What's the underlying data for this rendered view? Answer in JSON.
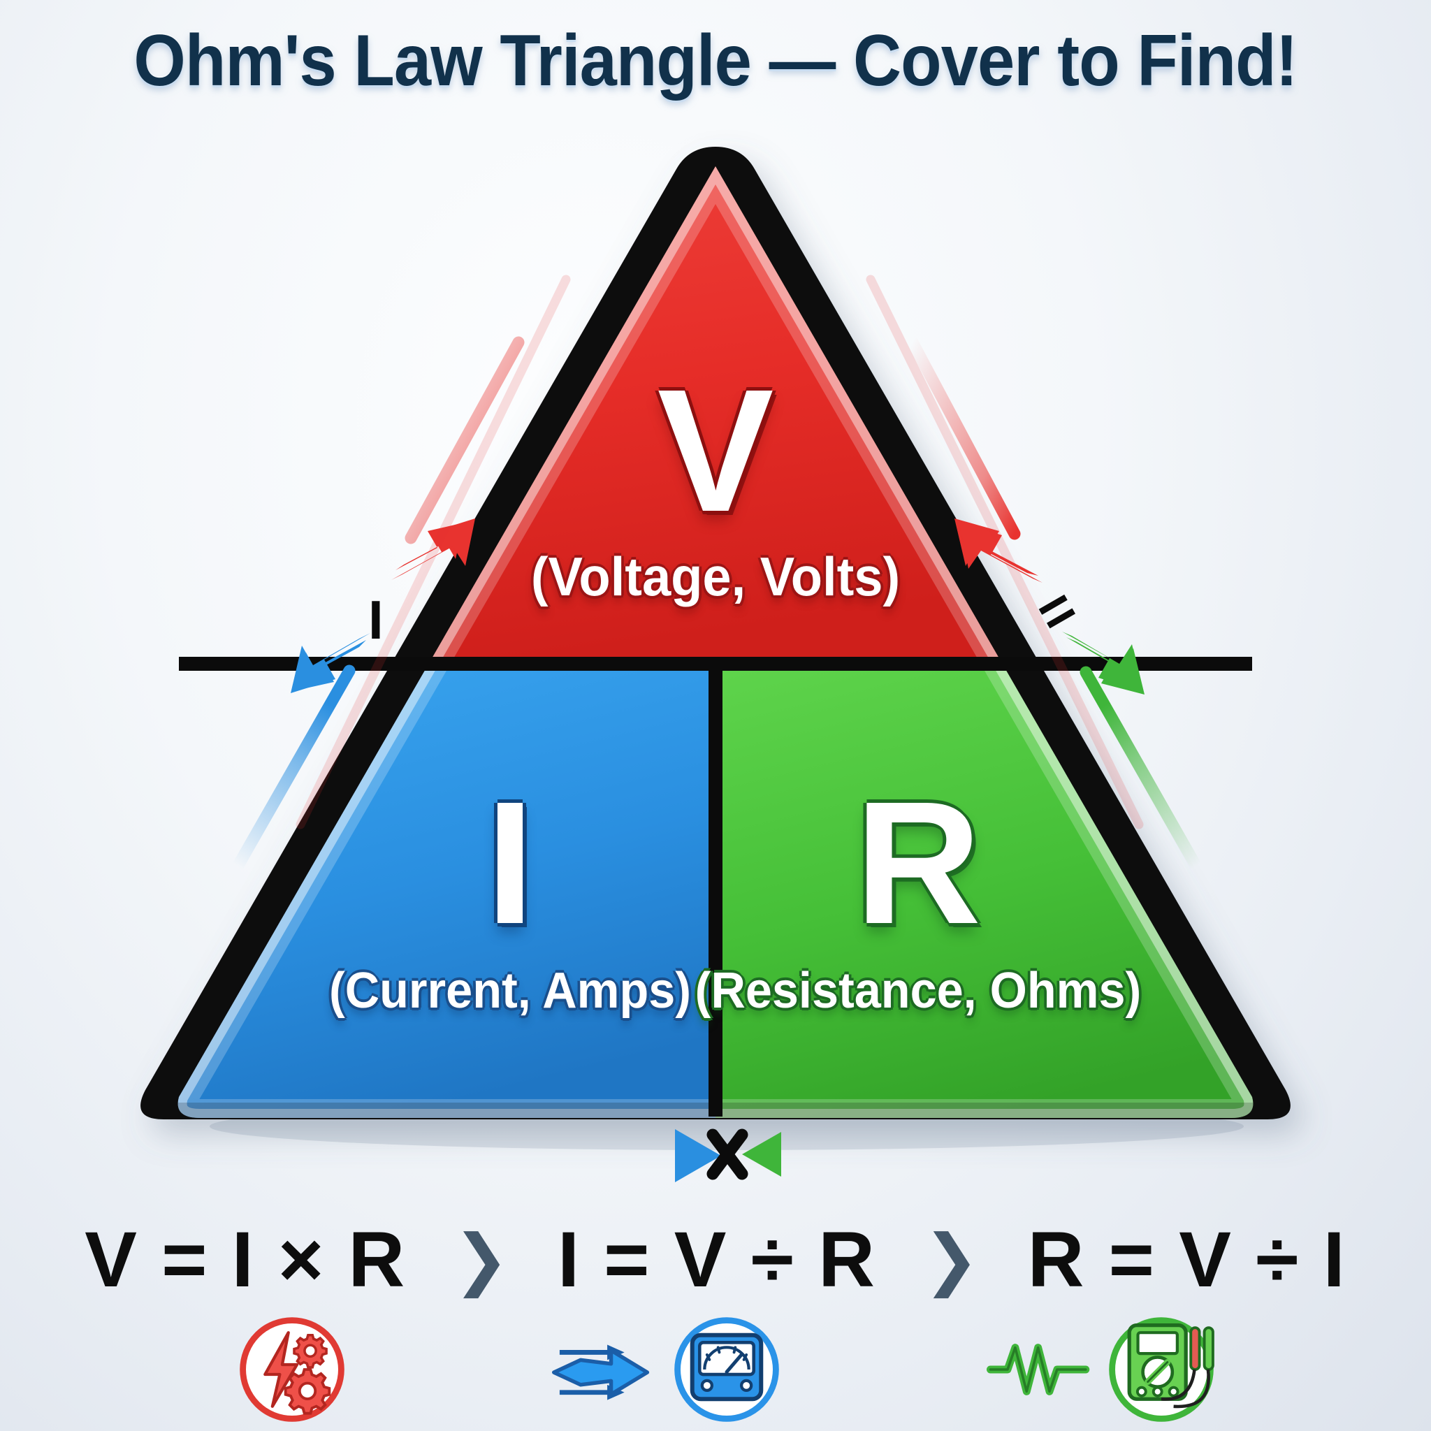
{
  "title": "Ohm's Law Triangle — Cover to Find!",
  "triangle": {
    "top_cell": {
      "symbol": "V",
      "caption": "(Voltage, Volts)",
      "color": "#e8332f",
      "border_color": "#0a0a0a",
      "highlight_color": "#f79a95",
      "text_color": "#ffffff",
      "outline_color": "#9c1515"
    },
    "bottom_left_cell": {
      "symbol": "I",
      "caption": "(Current, Amps)",
      "color": "#2a93e8",
      "border_color": "#0a0a0a",
      "highlight_color": "#9ed1f5",
      "text_color": "#ffffff",
      "outline_color": "#1a4f8c"
    },
    "bottom_right_cell": {
      "symbol": "R",
      "caption": "(Resistance, Ohms)",
      "color": "#4cc73f",
      "border_color": "#0a0a0a",
      "highlight_color": "#a8e8a0",
      "text_color": "#ffffff",
      "outline_color": "#1d6b23"
    }
  },
  "operators": {
    "left_side": "I",
    "right_side": "=",
    "bottom": "×"
  },
  "arrows": [
    {
      "name": "voltage-down-left",
      "color": "#e8332f",
      "direction": "down-left"
    },
    {
      "name": "voltage-down-right",
      "color": "#e8332f",
      "direction": "down-right"
    },
    {
      "name": "current-up-left",
      "color": "#2a8fe0",
      "direction": "up-right"
    },
    {
      "name": "resistance-up-right",
      "color": "#3fb53a",
      "direction": "up-left"
    },
    {
      "name": "current-base-right",
      "color": "#2a8fe0",
      "direction": "right"
    },
    {
      "name": "resistance-base-left",
      "color": "#3fb53a",
      "direction": "left"
    }
  ],
  "formulas": [
    {
      "text": "V = I × R"
    },
    {
      "text": "I = V ÷ R"
    },
    {
      "text": "R = V ÷ I"
    }
  ],
  "formula_separator": "❯",
  "icons": [
    {
      "group": "voltage-icons",
      "accent": "#e03a33",
      "items": [
        "lightning-bolt-icon",
        "gear-icon",
        "voltage-circle-icon"
      ]
    },
    {
      "group": "current-icons",
      "accent": "#2a93e8",
      "items": [
        "current-flow-arrow-icon",
        "ammeter-gauge-circle-icon"
      ]
    },
    {
      "group": "resistance-icons",
      "accent": "#3fb53a",
      "items": [
        "resistor-zigzag-icon",
        "multimeter-circle-icon"
      ]
    }
  ],
  "chart_data": {
    "type": "diagram",
    "title": "Ohm's Law Triangle — Cover to Find!",
    "structure": "triangle divided into 3 cells: top (V) spanning full width, bottom split into left (I) and right (R)",
    "relationships": [
      {
        "cover": "V",
        "result": "I × R",
        "formula": "V = I × R"
      },
      {
        "cover": "I",
        "result": "V ÷ R",
        "formula": "I = V ÷ R"
      },
      {
        "cover": "R",
        "result": "V ÷ I",
        "formula": "R = V ÷ I"
      }
    ],
    "quantities": [
      {
        "symbol": "V",
        "name": "Voltage",
        "unit": "Volts",
        "color": "#e8332f"
      },
      {
        "symbol": "I",
        "name": "Current",
        "unit": "Amps",
        "color": "#2a93e8"
      },
      {
        "symbol": "R",
        "name": "Resistance",
        "unit": "Ohms",
        "color": "#4cc73f"
      }
    ]
  }
}
